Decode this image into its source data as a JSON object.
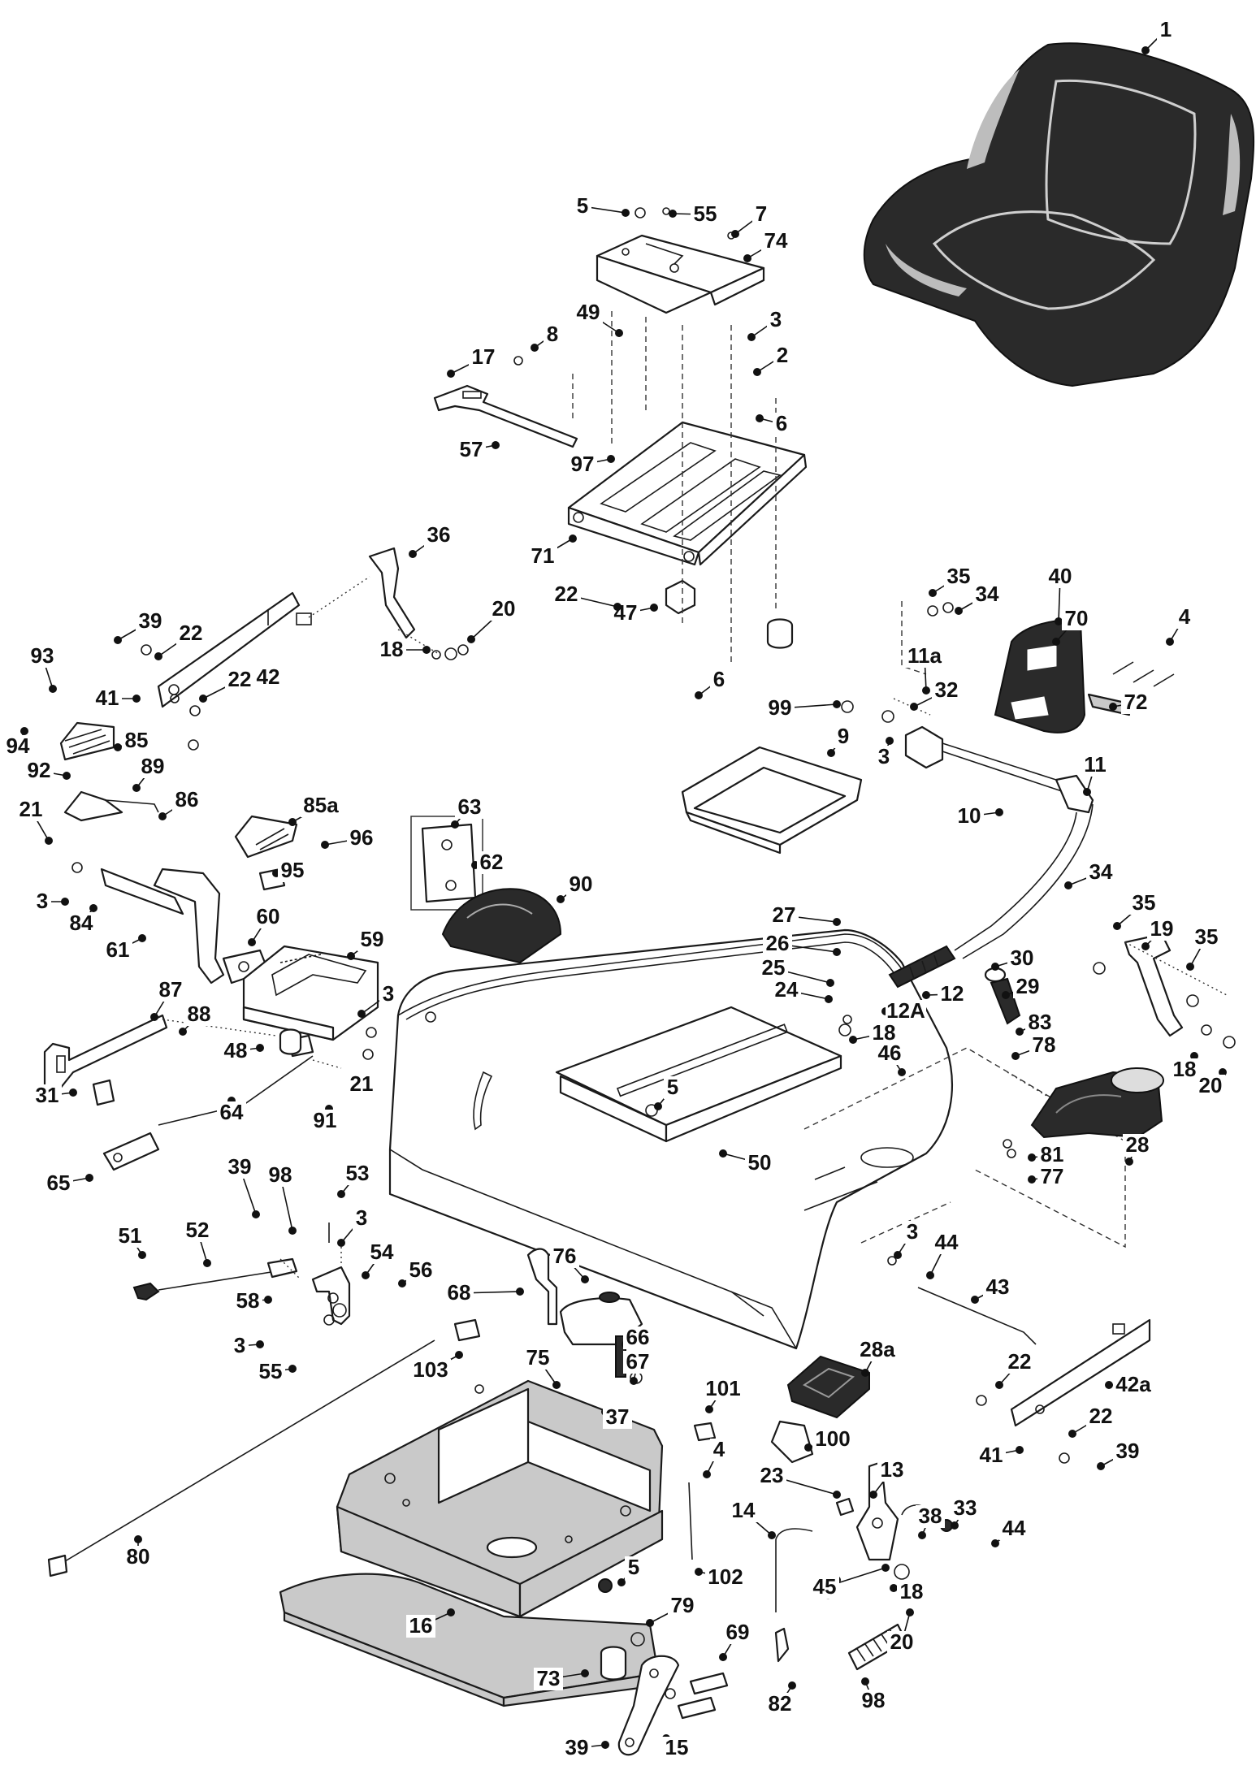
{
  "callouts": [
    {
      "label": "1"
    },
    {
      "label": "5"
    },
    {
      "label": "55"
    },
    {
      "label": "7"
    },
    {
      "label": "74"
    },
    {
      "label": "49"
    },
    {
      "label": "8"
    },
    {
      "label": "17"
    },
    {
      "label": "3"
    },
    {
      "label": "2"
    },
    {
      "label": "6"
    },
    {
      "label": "57"
    },
    {
      "label": "97"
    },
    {
      "label": "71"
    },
    {
      "label": "36"
    },
    {
      "label": "47"
    },
    {
      "label": "22"
    },
    {
      "label": "6"
    },
    {
      "label": "39"
    },
    {
      "label": "22"
    },
    {
      "label": "42"
    },
    {
      "label": "22"
    },
    {
      "label": "20"
    },
    {
      "label": "18"
    },
    {
      "label": "93"
    },
    {
      "label": "41"
    },
    {
      "label": "94"
    },
    {
      "label": "85"
    },
    {
      "label": "92"
    },
    {
      "label": "89"
    },
    {
      "label": "86"
    },
    {
      "label": "21"
    },
    {
      "label": "85a"
    },
    {
      "label": "63"
    },
    {
      "label": "96"
    },
    {
      "label": "62"
    },
    {
      "label": "3"
    },
    {
      "label": "84"
    },
    {
      "label": "95"
    },
    {
      "label": "61"
    },
    {
      "label": "60"
    },
    {
      "label": "59"
    },
    {
      "label": "90"
    },
    {
      "label": "35"
    },
    {
      "label": "34"
    },
    {
      "label": "40"
    },
    {
      "label": "70"
    },
    {
      "label": "4"
    },
    {
      "label": "11a"
    },
    {
      "label": "99"
    },
    {
      "label": "32"
    },
    {
      "label": "72"
    },
    {
      "label": "3"
    },
    {
      "label": "9"
    },
    {
      "label": "11"
    },
    {
      "label": "10"
    },
    {
      "label": "34"
    },
    {
      "label": "35"
    },
    {
      "label": "19"
    },
    {
      "label": "27"
    },
    {
      "label": "35"
    },
    {
      "label": "26"
    },
    {
      "label": "30"
    },
    {
      "label": "25"
    },
    {
      "label": "29"
    },
    {
      "label": "24"
    },
    {
      "label": "12"
    },
    {
      "label": "12A"
    },
    {
      "label": "83"
    },
    {
      "label": "18"
    },
    {
      "label": "78"
    },
    {
      "label": "18"
    },
    {
      "label": "20"
    },
    {
      "label": "46"
    },
    {
      "label": "87"
    },
    {
      "label": "88"
    },
    {
      "label": "3"
    },
    {
      "label": "48"
    },
    {
      "label": "21"
    },
    {
      "label": "31"
    },
    {
      "label": "64"
    },
    {
      "label": "91"
    },
    {
      "label": "5"
    },
    {
      "label": "65"
    },
    {
      "label": "50"
    },
    {
      "label": "28"
    },
    {
      "label": "81"
    },
    {
      "label": "77"
    },
    {
      "label": "39"
    },
    {
      "label": "98"
    },
    {
      "label": "53"
    },
    {
      "label": "3"
    },
    {
      "label": "51"
    },
    {
      "label": "52"
    },
    {
      "label": "54"
    },
    {
      "label": "56"
    },
    {
      "label": "58"
    },
    {
      "label": "3"
    },
    {
      "label": "55"
    },
    {
      "label": "103"
    },
    {
      "label": "76"
    },
    {
      "label": "68"
    },
    {
      "label": "66"
    },
    {
      "label": "67"
    },
    {
      "label": "3"
    },
    {
      "label": "44"
    },
    {
      "label": "43"
    },
    {
      "label": "75"
    },
    {
      "label": "28a"
    },
    {
      "label": "101"
    },
    {
      "label": "37"
    },
    {
      "label": "22"
    },
    {
      "label": "42a"
    },
    {
      "label": "100"
    },
    {
      "label": "22"
    },
    {
      "label": "41"
    },
    {
      "label": "39"
    },
    {
      "label": "4"
    },
    {
      "label": "23"
    },
    {
      "label": "13"
    },
    {
      "label": "14"
    },
    {
      "label": "38"
    },
    {
      "label": "33"
    },
    {
      "label": "44"
    },
    {
      "label": "80"
    },
    {
      "label": "5"
    },
    {
      "label": "102"
    },
    {
      "label": "18"
    },
    {
      "label": "45"
    },
    {
      "label": "20"
    },
    {
      "label": "18"
    },
    {
      "label": "79"
    },
    {
      "label": "69"
    },
    {
      "label": "16"
    },
    {
      "label": "73"
    },
    {
      "label": "82"
    },
    {
      "label": "98"
    },
    {
      "label": "15"
    },
    {
      "label": "39"
    }
  ]
}
